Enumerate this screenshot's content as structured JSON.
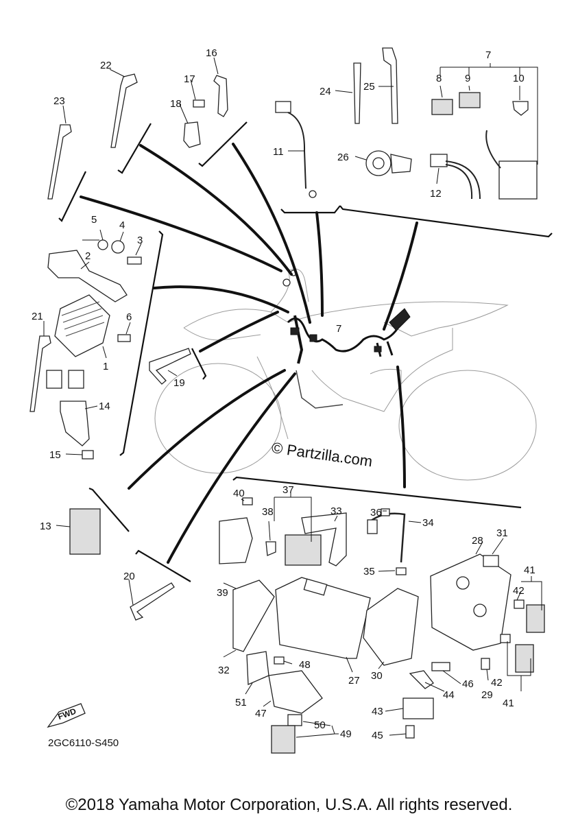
{
  "callouts": [
    "1",
    "2",
    "3",
    "4",
    "5",
    "6",
    "7",
    "8",
    "9",
    "10",
    "11",
    "12",
    "13",
    "14",
    "15",
    "16",
    "17",
    "18",
    "19",
    "20",
    "21",
    "22",
    "23",
    "24",
    "25",
    "26",
    "27",
    "28",
    "29",
    "30",
    "31",
    "32",
    "33",
    "34",
    "35",
    "36",
    "37",
    "38",
    "39",
    "40",
    "41",
    "42",
    "43",
    "44",
    "45",
    "46",
    "47",
    "48",
    "49",
    "50",
    "51"
  ],
  "diagram_code": "2GC6110-S450",
  "fwd_label": "FWD",
  "watermark": "© Partzilla.com",
  "copyright": "©2018 Yamaha Motor Corporation, U.S.A. All rights reserved."
}
